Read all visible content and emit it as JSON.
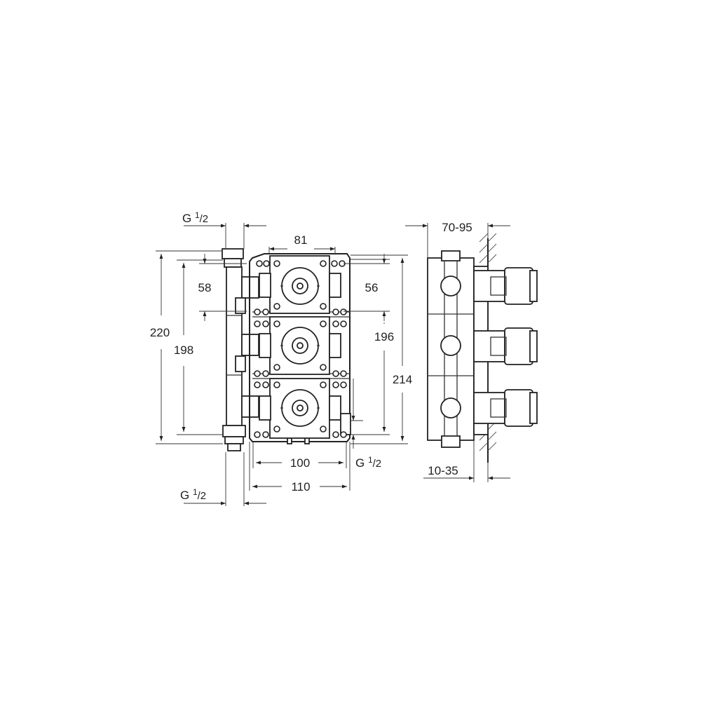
{
  "dimensions": {
    "width_81": "81",
    "height_220": "220",
    "height_198": "198",
    "height_58": "58",
    "height_56": "56",
    "height_196": "196",
    "height_214": "214",
    "width_100": "100",
    "width_110": "110",
    "depth_70_95": "70-95",
    "depth_10_35": "10-35"
  },
  "connections": {
    "thread_prefix": "G ",
    "thread_num": "1",
    "thread_den": "/2"
  }
}
